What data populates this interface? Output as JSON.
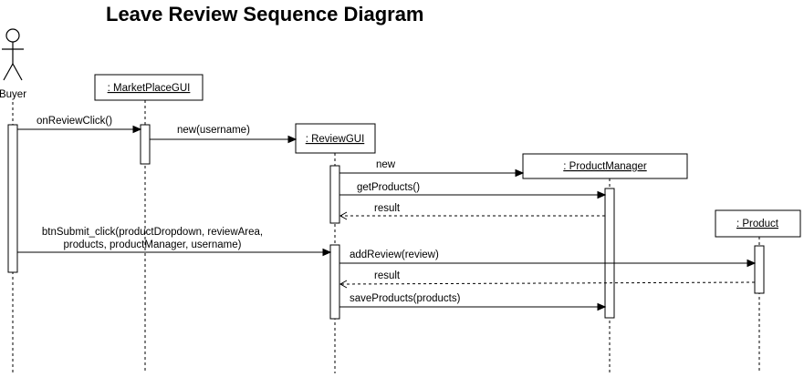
{
  "title": "Leave Review Sequence Diagram",
  "actor": {
    "name": "Buyer"
  },
  "participants": {
    "marketplace_gui": ": MarketPlaceGUI",
    "review_gui": ": ReviewGUI",
    "product_manager": ": ProductManager",
    "product": ": Product"
  },
  "messages": {
    "m1": "onReviewClick()",
    "m2": "new(username)",
    "m3": "new",
    "m4": "getProducts()",
    "m5": "result",
    "m6_line1": "btnSubmit_click(productDropdown, reviewArea,",
    "m6_line2": "products, productManager, username)",
    "m7": "addReview(review)",
    "m8": "result",
    "m9": "saveProducts(products)"
  }
}
